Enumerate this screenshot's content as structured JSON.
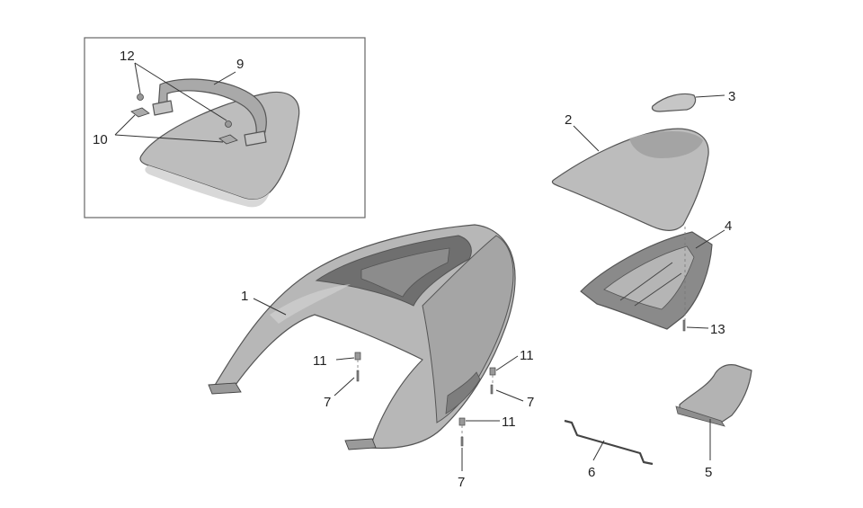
{
  "inset": {
    "callouts": {
      "c12": "12",
      "c9": "9",
      "c10": "10"
    }
  },
  "callouts": {
    "c1": "1",
    "c2": "2",
    "c3": "3",
    "c4": "4",
    "c5": "5",
    "c6": "6",
    "c13": "13",
    "c11a": "11",
    "c7a": "7",
    "c11b": "11",
    "c7b": "7",
    "c11c": "11",
    "c7c": "7"
  },
  "colors": {
    "part_fill": "#b9b9b9",
    "part_light": "#d4d4d4",
    "part_dark": "#8e8e8e",
    "outline": "#555555"
  }
}
